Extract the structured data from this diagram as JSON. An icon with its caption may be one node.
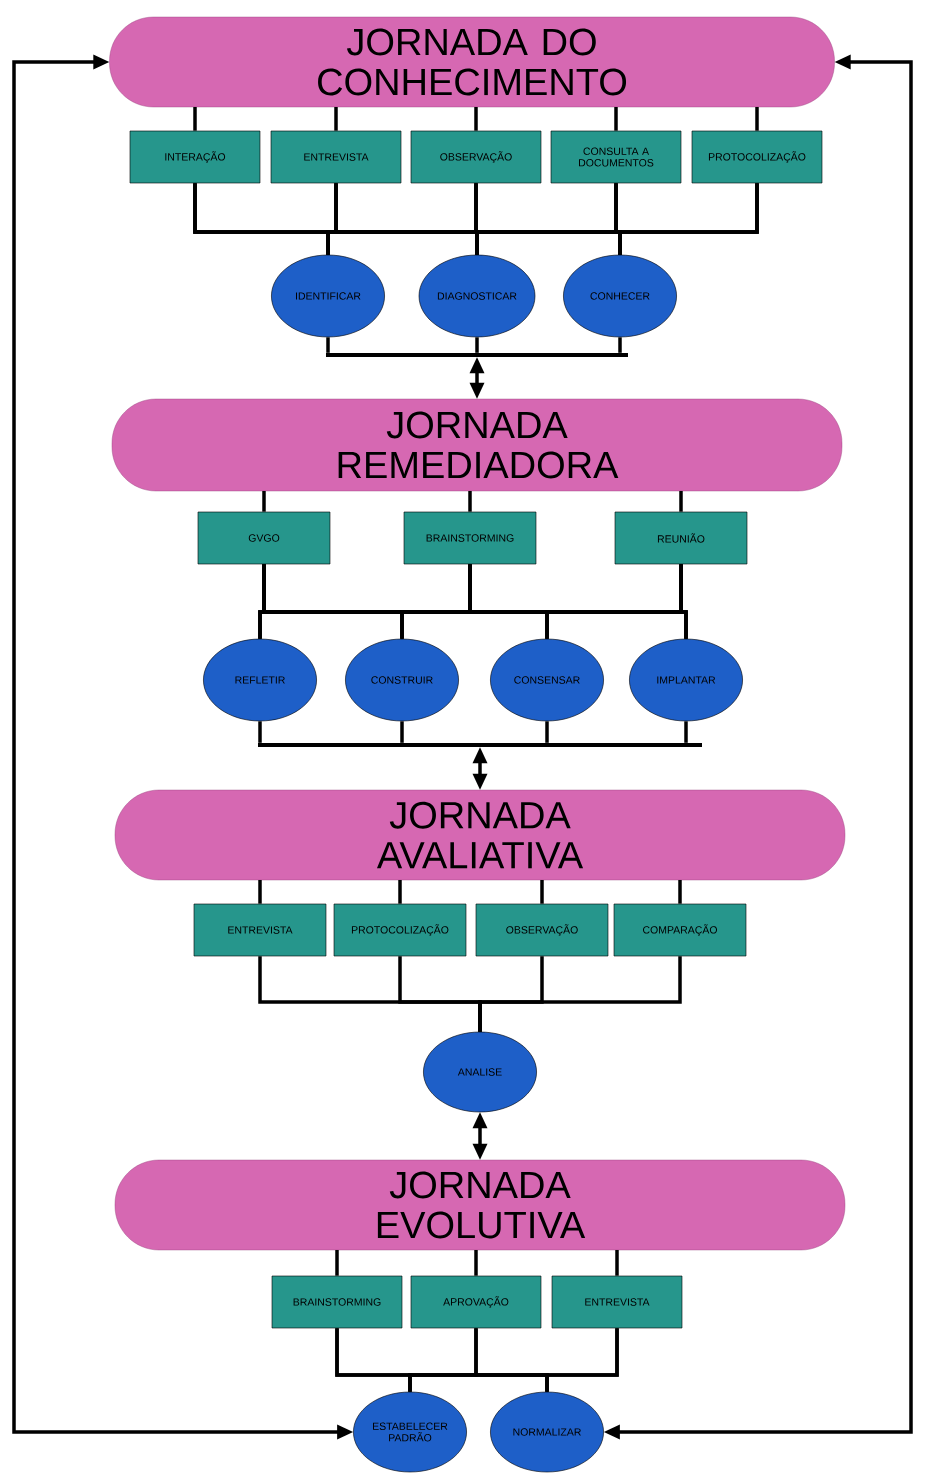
{
  "diagram": {
    "nodes": [
      {
        "text": [
          "JORNADA DO CONHECIMENTO"
        ]
      },
      {
        "text": [
          "INTERAÇÃO"
        ]
      },
      {
        "text": [
          "ENTREVISTA"
        ]
      },
      {
        "text": [
          "OBSERVAÇÃO"
        ]
      },
      {
        "text": [
          "CONSULTA A DOCUMENTOS"
        ]
      },
      {
        "text": [
          "PROTOCOLIZAÇÃO"
        ]
      },
      {
        "text": [
          "IDENTIFICAR"
        ]
      },
      {
        "text": [
          "DIAGNOSTICAR"
        ]
      },
      {
        "text": [
          "CONHECER"
        ]
      },
      {
        "text": [],
        "shape": "bar"
      },
      {
        "text": [
          "JORNADA REMEDIADORA"
        ]
      },
      {
        "text": [
          "GVGO"
        ]
      },
      {
        "text": [
          "BRAINSTORMING"
        ]
      },
      {
        "text": [
          "REUNIÃO"
        ]
      },
      {
        "text": [
          "REFLETIR"
        ]
      },
      {
        "text": [
          "CONSTRUIR"
        ]
      },
      {
        "text": [
          "CONSENSAR"
        ]
      },
      {
        "text": [
          "IMPLANTAR"
        ]
      },
      {
        "text": [],
        "shape": "bar"
      },
      {
        "text": [
          "JORNADA AVALIATIVA"
        ]
      },
      {
        "text": [
          "ENTREVISTA"
        ]
      },
      {
        "text": [
          "PROTOCOLIZAÇÃO"
        ]
      },
      {
        "text": [
          "OBSERVAÇÃO"
        ]
      },
      {
        "text": [
          "COMPARAÇÃO"
        ]
      },
      {
        "text": [
          "ANALISE"
        ]
      },
      {
        "text": [
          "JORNADA EVOLUTIVA"
        ]
      },
      {
        "text": [
          "BRAINSTORMING"
        ]
      },
      {
        "text": [
          "APROVAÇÃO"
        ]
      },
      {
        "text": [
          "ENTREVISTA"
        ]
      },
      {
        "text": [
          "ESTABELECER PADRÃO"
        ]
      },
      {
        "text": [
          "NORMALIZAR"
        ]
      }
    ],
    "edges": [
      {
        "from": 0,
        "to": 1,
        "arrow": "none"
      },
      {
        "from": 0,
        "to": 2,
        "arrow": "none"
      },
      {
        "from": 0,
        "to": 3,
        "arrow": "none"
      },
      {
        "from": 0,
        "to": 4,
        "arrow": "none"
      },
      {
        "from": 0,
        "to": 5,
        "arrow": "none"
      },
      {
        "from": 1,
        "to": 6,
        "arrow": "none"
      },
      {
        "from": 1,
        "to": 7,
        "arrow": "none"
      },
      {
        "from": 1,
        "to": 8,
        "arrow": "none"
      },
      {
        "from": 2,
        "to": 6,
        "arrow": "none"
      },
      {
        "from": 2,
        "to": 7,
        "arrow": "none"
      },
      {
        "from": 2,
        "to": 8,
        "arrow": "none"
      },
      {
        "from": 3,
        "to": 6,
        "arrow": "none"
      },
      {
        "from": 3,
        "to": 7,
        "arrow": "none"
      },
      {
        "from": 3,
        "to": 8,
        "arrow": "none"
      },
      {
        "from": 4,
        "to": 6,
        "arrow": "none"
      },
      {
        "from": 4,
        "to": 7,
        "arrow": "none"
      },
      {
        "from": 4,
        "to": 8,
        "arrow": "none"
      },
      {
        "from": 5,
        "to": 6,
        "arrow": "none"
      },
      {
        "from": 5,
        "to": 7,
        "arrow": "none"
      },
      {
        "from": 5,
        "to": 8,
        "arrow": "none"
      },
      {
        "from": 6,
        "to": 9,
        "arrow": "none"
      },
      {
        "from": 7,
        "to": 9,
        "arrow": "none"
      },
      {
        "from": 8,
        "to": 9,
        "arrow": "none"
      },
      {
        "from": 9,
        "to": 10,
        "arrow": "both"
      },
      {
        "from": 10,
        "to": 11,
        "arrow": "none"
      },
      {
        "from": 10,
        "to": 12,
        "arrow": "none"
      },
      {
        "from": 10,
        "to": 13,
        "arrow": "none"
      },
      {
        "from": 11,
        "to": 14,
        "arrow": "none"
      },
      {
        "from": 11,
        "to": 15,
        "arrow": "none"
      },
      {
        "from": 11,
        "to": 16,
        "arrow": "none"
      },
      {
        "from": 11,
        "to": 17,
        "arrow": "none"
      },
      {
        "from": 12,
        "to": 14,
        "arrow": "none"
      },
      {
        "from": 12,
        "to": 15,
        "arrow": "none"
      },
      {
        "from": 12,
        "to": 16,
        "arrow": "none"
      },
      {
        "from": 12,
        "to": 17,
        "arrow": "none"
      },
      {
        "from": 13,
        "to": 14,
        "arrow": "none"
      },
      {
        "from": 13,
        "to": 15,
        "arrow": "none"
      },
      {
        "from": 13,
        "to": 16,
        "arrow": "none"
      },
      {
        "from": 13,
        "to": 17,
        "arrow": "none"
      },
      {
        "from": 14,
        "to": 18,
        "arrow": "none"
      },
      {
        "from": 15,
        "to": 18,
        "arrow": "none"
      },
      {
        "from": 16,
        "to": 18,
        "arrow": "none"
      },
      {
        "from": 17,
        "to": 18,
        "arrow": "none"
      },
      {
        "from": 18,
        "to": 19,
        "arrow": "both"
      },
      {
        "from": 19,
        "to": 20,
        "arrow": "none"
      },
      {
        "from": 19,
        "to": 21,
        "arrow": "none"
      },
      {
        "from": 19,
        "to": 22,
        "arrow": "none"
      },
      {
        "from": 19,
        "to": 23,
        "arrow": "none"
      },
      {
        "from": 20,
        "to": 24,
        "arrow": "none"
      },
      {
        "from": 21,
        "to": 24,
        "arrow": "none"
      },
      {
        "from": 22,
        "to": 24,
        "arrow": "none"
      },
      {
        "from": 23,
        "to": 24,
        "arrow": "none"
      },
      {
        "from": 24,
        "to": 25,
        "arrow": "both"
      },
      {
        "from": 25,
        "to": 26,
        "arrow": "none"
      },
      {
        "from": 25,
        "to": 27,
        "arrow": "none"
      },
      {
        "from": 25,
        "to": 28,
        "arrow": "none"
      },
      {
        "from": 26,
        "to": 29,
        "arrow": "none"
      },
      {
        "from": 26,
        "to": 30,
        "arrow": "none"
      },
      {
        "from": 27,
        "to": 29,
        "arrow": "none"
      },
      {
        "from": 27,
        "to": 30,
        "arrow": "none"
      },
      {
        "from": 28,
        "to": 29,
        "arrow": "none"
      },
      {
        "from": 28,
        "to": 30,
        "arrow": "none"
      },
      {
        "from": 29,
        "to": 0,
        "arrow": "both"
      },
      {
        "from": 30,
        "to": 0,
        "arrow": "both"
      }
    ]
  }
}
